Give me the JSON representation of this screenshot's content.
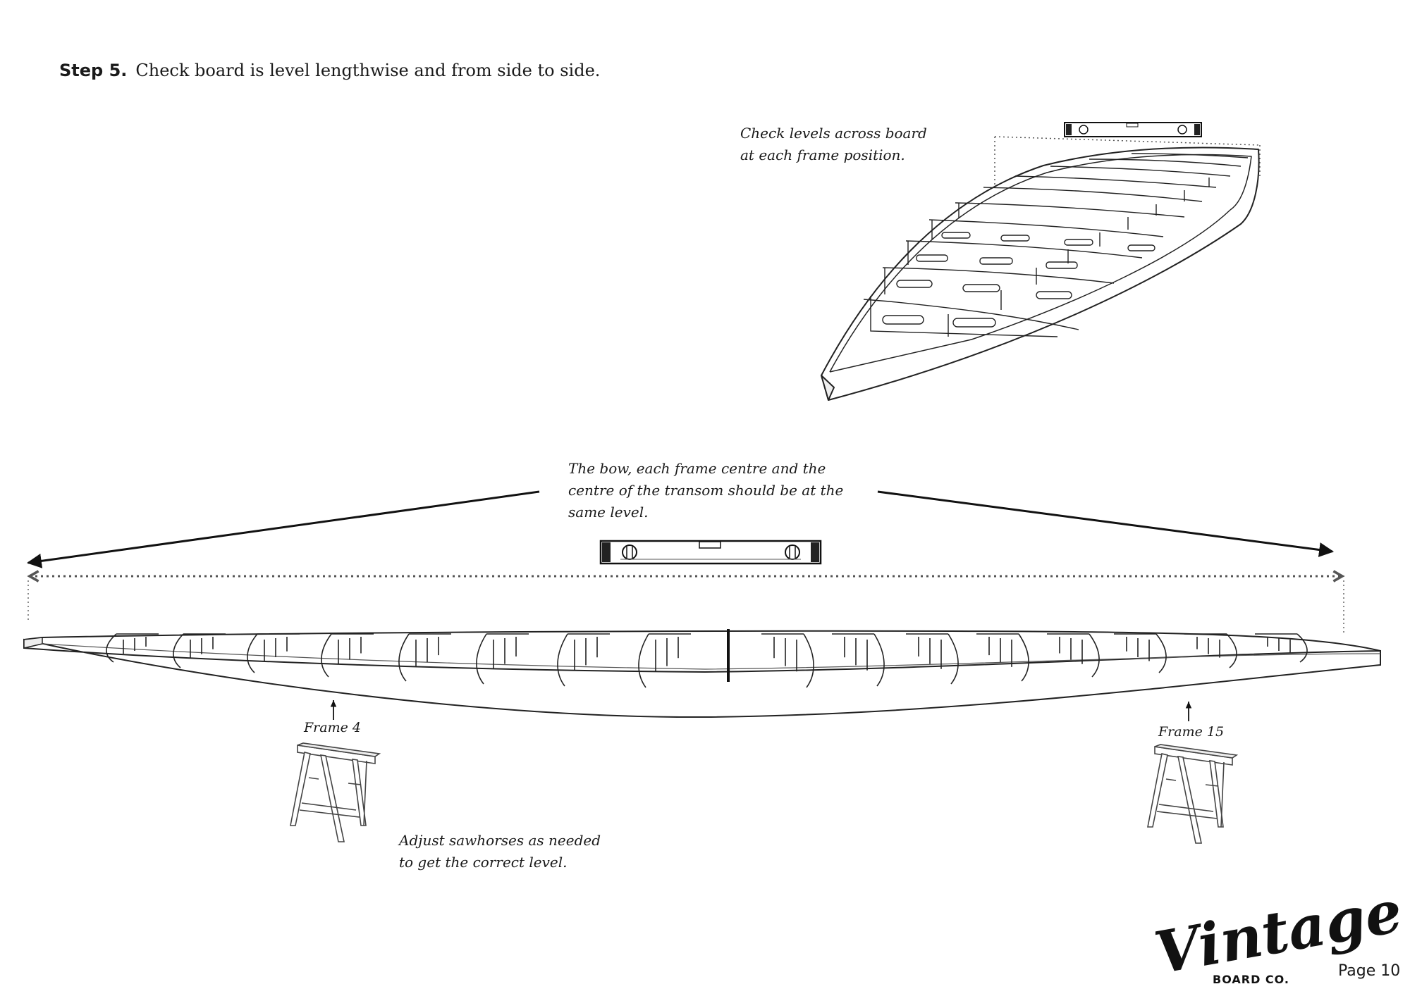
{
  "heading": {
    "step_label": "Step 5.",
    "text": "Check board is level lengthwise and from side to side."
  },
  "notes": {
    "across_board": "Check levels across board\nat each frame position.",
    "same_level": "The bow, each frame centre and the\ncentre of the transom should be at the\nsame level.",
    "sawhorses": "Adjust sawhorses as needed\nto get the correct level."
  },
  "frames": {
    "frame_4": "Frame 4",
    "frame_15": "Frame 15"
  },
  "logo": {
    "script_text": "Vintage",
    "sub_text": "BOARD CO."
  },
  "footer": {
    "page_label": "Page 10"
  }
}
